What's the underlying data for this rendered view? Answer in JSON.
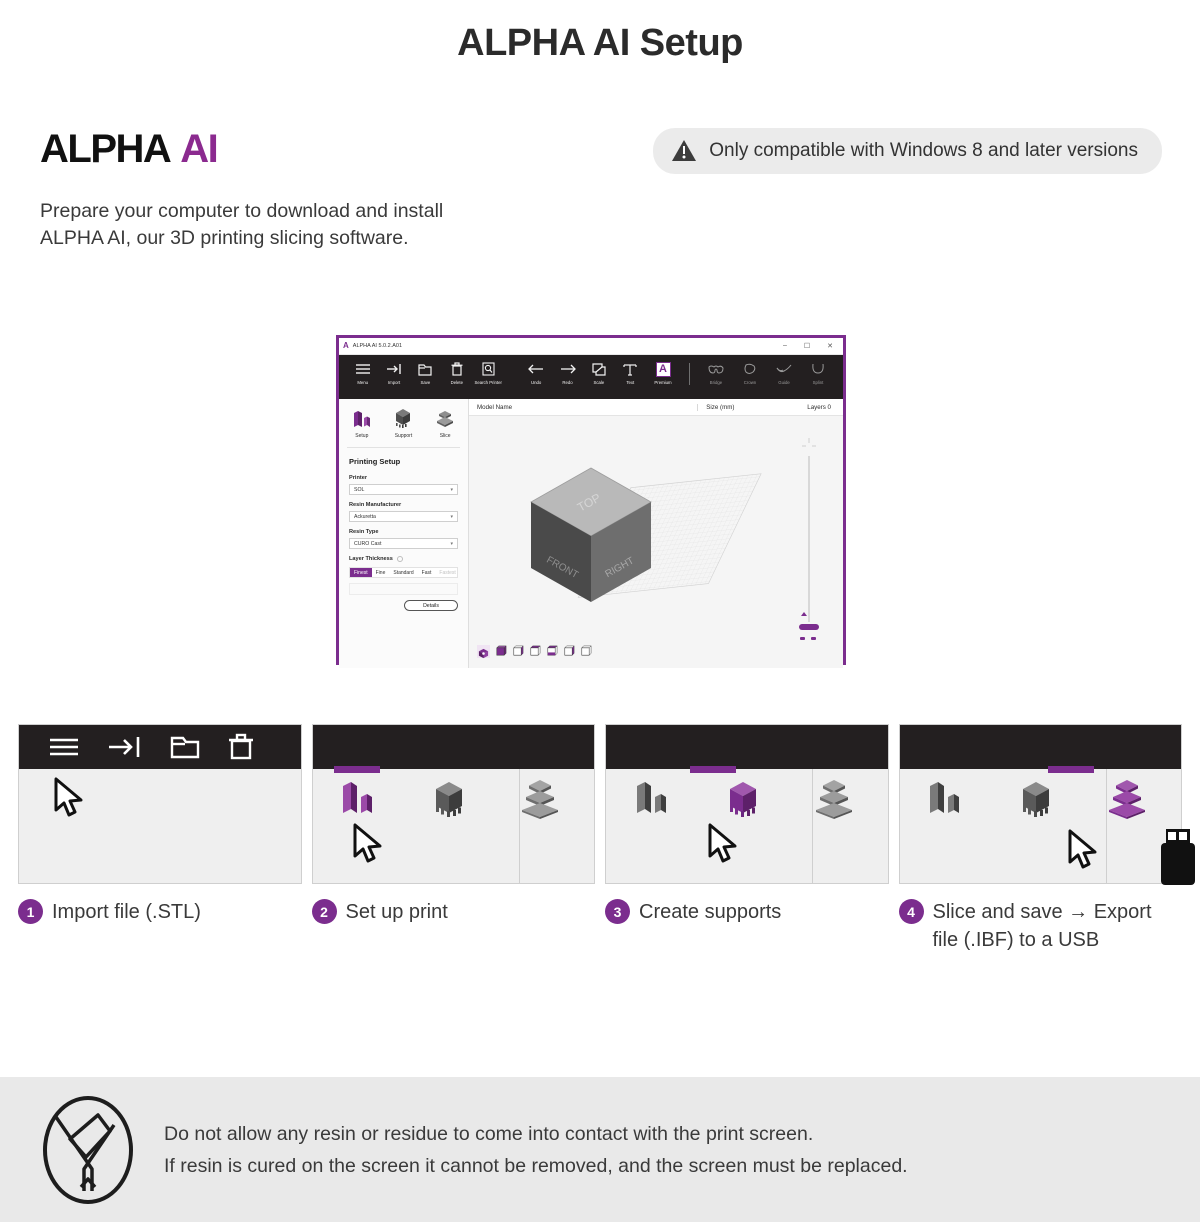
{
  "header": {
    "title": "ALPHA AI Setup",
    "logo_alpha": "ALPHA",
    "logo_ai": "AI",
    "compat_notice": "Only compatible with Windows 8 and later versions",
    "warning_icon": "warning-triangle-icon",
    "intro_line1": "Prepare your computer to download and install",
    "intro_line2": "ALPHA AI, our 3D printing slicing software."
  },
  "app": {
    "title_bar": "ALPHA AI 5.0.2.A01",
    "window_controls": {
      "minimize": "–",
      "maximize": "☐",
      "close": "✕"
    },
    "toolbar_left": [
      {
        "label": "Menu",
        "icon": "hamburger-menu-icon"
      },
      {
        "label": "Import",
        "icon": "import-arrow-icon"
      },
      {
        "label": "Save",
        "icon": "folder-save-icon"
      },
      {
        "label": "Delete",
        "icon": "trash-icon"
      },
      {
        "label": "Search Printer",
        "icon": "search-printer-icon"
      }
    ],
    "toolbar_mid": [
      {
        "label": "Undo",
        "icon": "arrow-left-icon"
      },
      {
        "label": "Redo",
        "icon": "arrow-right-icon"
      },
      {
        "label": "Scale",
        "icon": "scale-icon"
      },
      {
        "label": "Text",
        "icon": "text-t-icon"
      }
    ],
    "toolbar_right": [
      {
        "label": "Premium",
        "icon": "premium-a-icon"
      },
      {
        "label": "Bridge",
        "icon": "bridge-icon"
      },
      {
        "label": "Crown",
        "icon": "crown-icon"
      },
      {
        "label": "Guide",
        "icon": "guide-icon"
      },
      {
        "label": "Splint",
        "icon": "splint-icon"
      }
    ],
    "mode_tabs": [
      {
        "label": "Setup",
        "icon": "setup-bars-icon",
        "active": true
      },
      {
        "label": "Support",
        "icon": "support-cube-icon",
        "active": false
      },
      {
        "label": "Slice",
        "icon": "slice-stack-icon",
        "active": false
      }
    ],
    "panel": {
      "heading": "Printing Setup",
      "printer_label": "Printer",
      "printer_value": "SOL",
      "resin_manufacturer_label": "Resin Manufacturer",
      "resin_manufacturer_value": "Ackuretta",
      "resin_type_label": "Resin Type",
      "resin_type_value": "CURO Cast",
      "layer_thickness_label": "Layer Thickness",
      "layer_options": [
        "Finest",
        "Fine",
        "Standard",
        "Fast",
        "Fastest"
      ],
      "layer_selected": "Finest",
      "details_button": "Details"
    },
    "model_header": {
      "name_col": "Model Name",
      "size_col": "Size (mm)",
      "layers_col": "Layers 0"
    },
    "cube_faces": {
      "top": "TOP",
      "front": "FRONT",
      "right": "RIGHT"
    },
    "accent_color": "#7B2D8E",
    "toolbar_color": "#231f20"
  },
  "steps": [
    {
      "number": "1",
      "caption": "Import file (.STL)",
      "icons": [
        "hamburger-menu-icon",
        "import-arrow-icon",
        "folder-save-icon",
        "trash-icon"
      ],
      "highlight": "none"
    },
    {
      "number": "2",
      "caption": "Set up print",
      "icons": [
        "setup-bars-icon",
        "support-cube-icon",
        "slice-stack-icon"
      ],
      "highlight": "setup"
    },
    {
      "number": "3",
      "caption": "Create supports",
      "icons": [
        "setup-bars-icon",
        "support-cube-icon",
        "slice-stack-icon"
      ],
      "highlight": "support"
    },
    {
      "number": "4",
      "caption": "Slice and save → Export file (.IBF) to a USB",
      "icons": [
        "setup-bars-icon",
        "support-cube-icon",
        "slice-stack-icon",
        "usb-drive-icon"
      ],
      "highlight": "slice"
    }
  ],
  "footer": {
    "icon": "no-resin-contact-icon",
    "line1": "Do not allow any resin or residue to come into contact with the print screen.",
    "line2": "If resin is cured on the screen it cannot be removed, and the screen must be replaced."
  }
}
